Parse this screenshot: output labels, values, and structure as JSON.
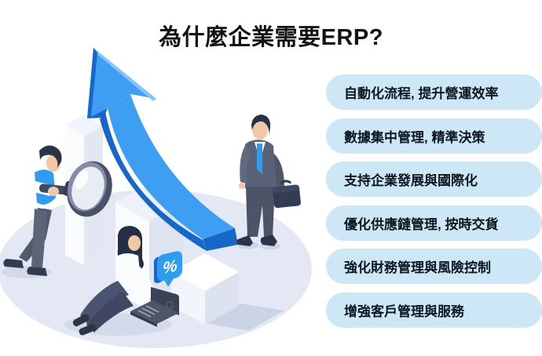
{
  "page": {
    "title": "為什麼企業需要ERP?"
  },
  "benefits": [
    "自動化流程, 提升營運效率",
    "數據集中管理, 精準決策",
    "支持企業發展與國際化",
    "優化供應鏈管理, 按時交貨",
    "強化財務管理與風險控制",
    "增強客戶管理與服務"
  ],
  "illustration": {
    "description": "Isometric scene: business people around rising bar chart with blue growth arrow, magnifying glass, laptop and percent badge",
    "percent_label": "%"
  },
  "colors": {
    "title_text": "#131313",
    "pill_bg": "#cde7f7",
    "pill_text": "#0c161f",
    "arrow_blue": "#3e9ff2",
    "arrow_blue_dark": "#1767c8",
    "arrow_blue_light": "#85c6f7",
    "accent_blue": "#2e9cf0",
    "ground": "#e3e8f4"
  }
}
